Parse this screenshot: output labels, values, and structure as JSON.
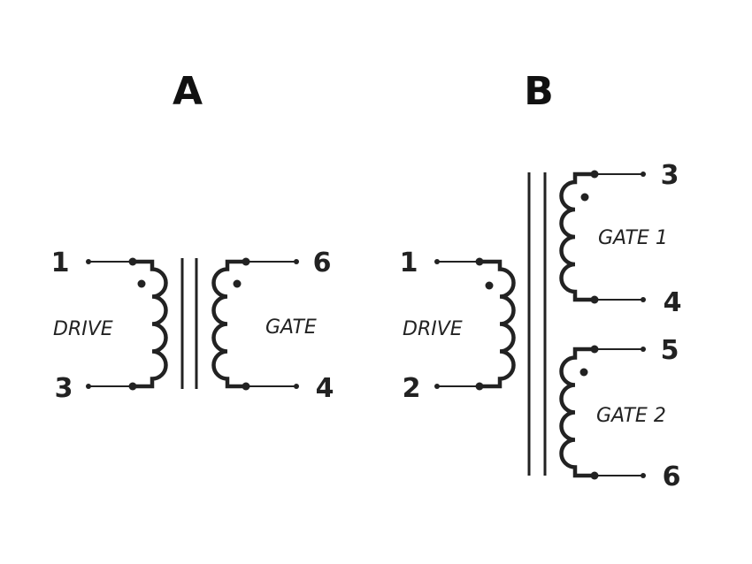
{
  "diagram": {
    "a": {
      "title": "A",
      "primary": {
        "label": "DRIVE",
        "pin_top": "1",
        "pin_bottom": "3"
      },
      "secondary": {
        "label": "GATE",
        "pin_top": "6",
        "pin_bottom": "4"
      }
    },
    "b": {
      "title": "B",
      "primary": {
        "label": "DRIVE",
        "pin_top": "1",
        "pin_bottom": "2"
      },
      "secondary1": {
        "label": "GATE 1",
        "pin_top": "3",
        "pin_bottom": "4"
      },
      "secondary2": {
        "label": "GATE 2",
        "pin_top": "5",
        "pin_bottom": "6"
      }
    }
  }
}
